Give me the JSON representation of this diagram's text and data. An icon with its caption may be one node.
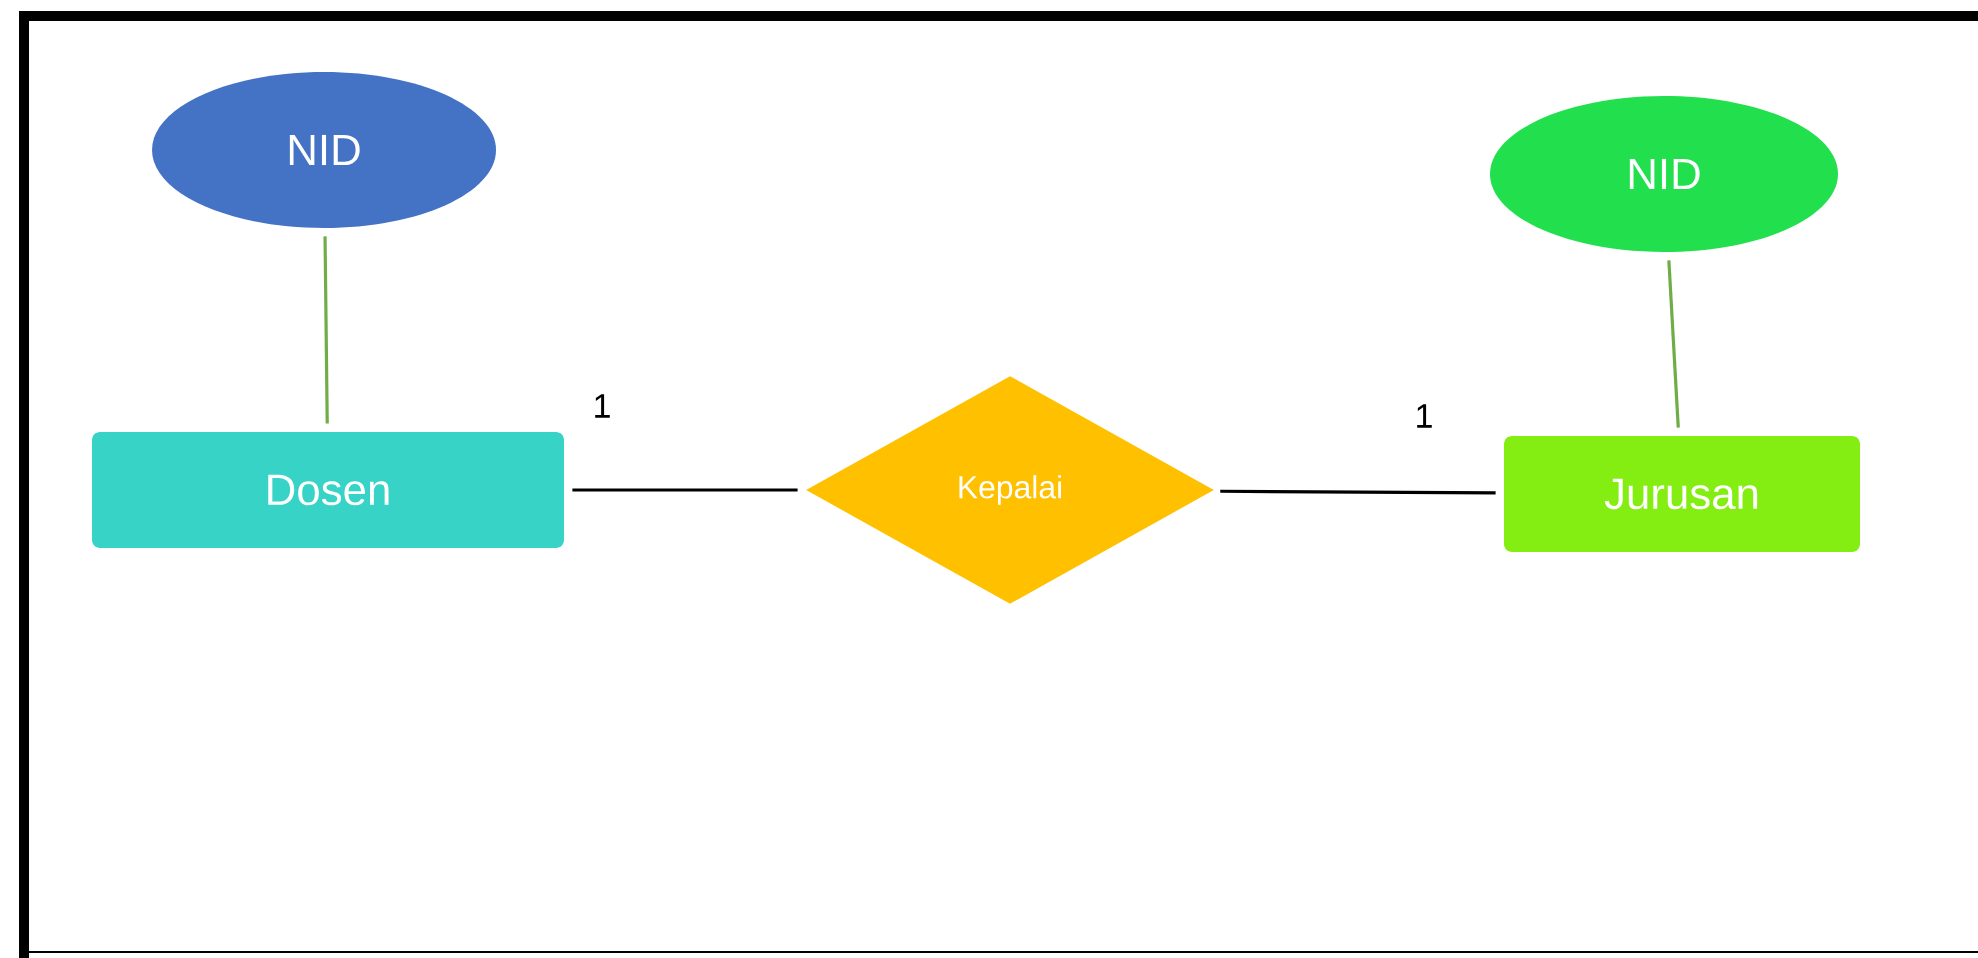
{
  "diagram": {
    "nodes": [
      {
        "text": [
          "NID"
        ]
      },
      {
        "text": [
          "Dosen"
        ]
      },
      {
        "text": [
          "Kepalai"
        ]
      },
      {
        "text": [
          "NID"
        ]
      },
      {
        "text": [
          "Jurusan"
        ]
      }
    ],
    "edges": [
      {
        "from": 0,
        "to": 1,
        "arrow": "none",
        "color": "#70ad47"
      },
      {
        "from": 1,
        "to": 2,
        "arrow": "none",
        "label": "1",
        "color": "#000000"
      },
      {
        "from": 2,
        "to": 4,
        "arrow": "none",
        "label": "1",
        "color": "#000000"
      },
      {
        "from": 3,
        "to": 4,
        "arrow": "none",
        "color": "#70ad47"
      }
    ]
  }
}
